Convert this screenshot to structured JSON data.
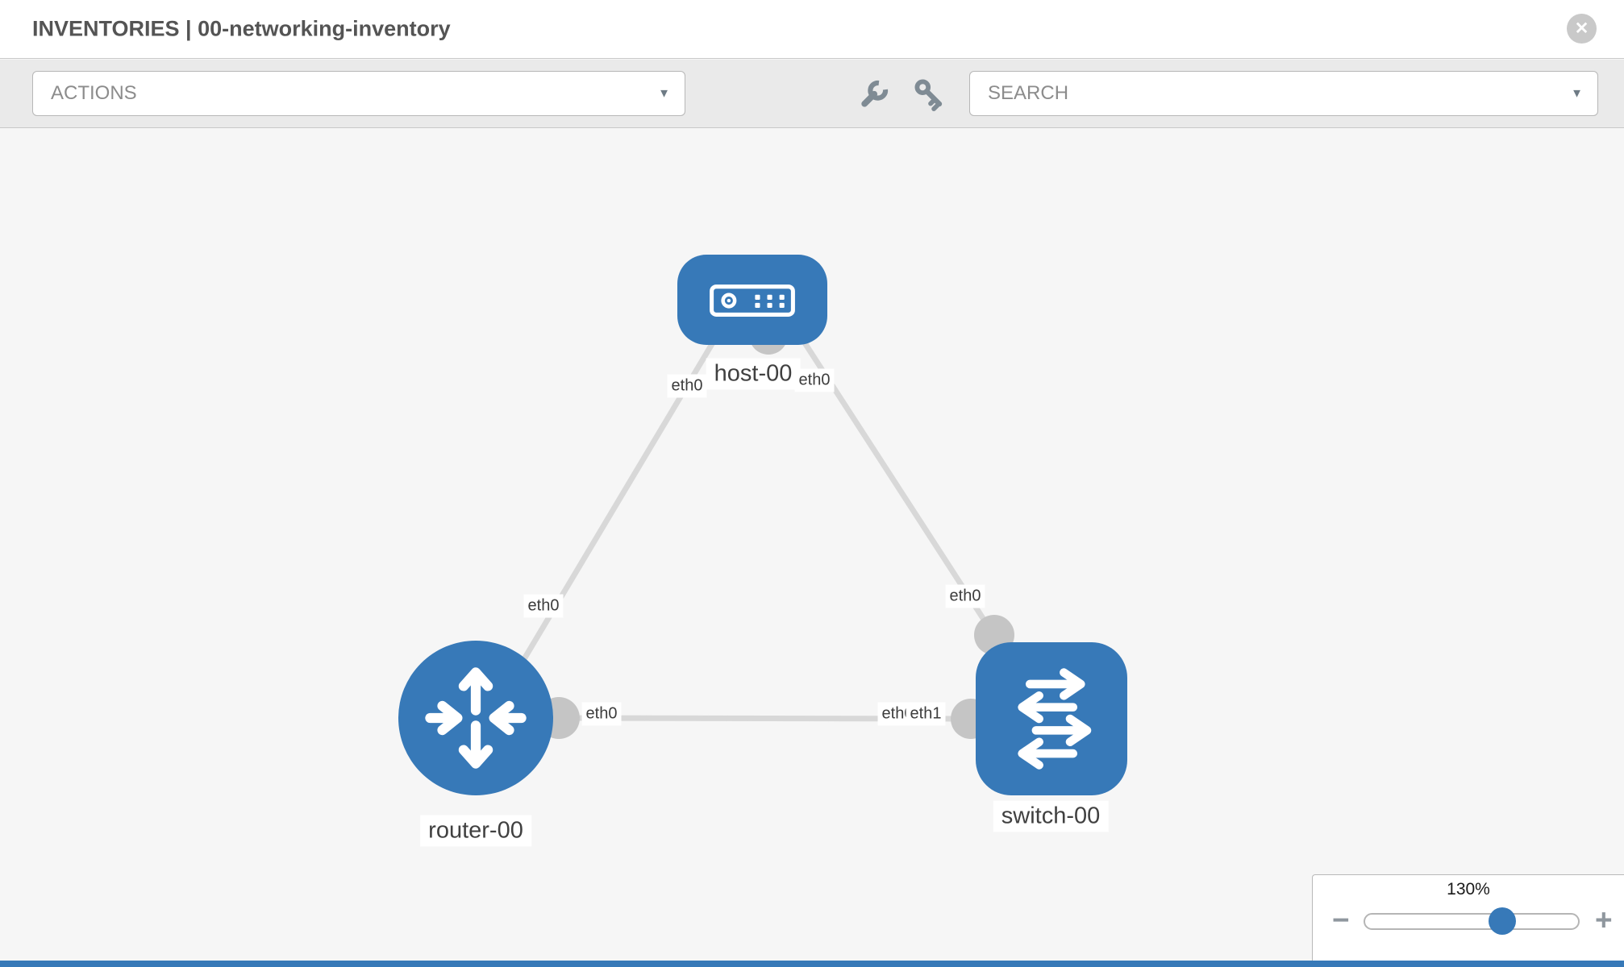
{
  "header": {
    "title": "INVENTORIES | 00-networking-inventory",
    "close_label": "✕"
  },
  "toolbar": {
    "actions_placeholder": "ACTIONS",
    "search_placeholder": "SEARCH",
    "dropdown_arrow": "▼"
  },
  "topology": {
    "nodes": [
      {
        "id": "host-00",
        "type": "host",
        "label": "host-00"
      },
      {
        "id": "router-00",
        "type": "router",
        "label": "router-00"
      },
      {
        "id": "switch-00",
        "type": "switch",
        "label": "switch-00"
      }
    ],
    "links": [
      {
        "from": "host-00",
        "from_iface": "eth0",
        "to": "router-00",
        "to_iface": "eth0"
      },
      {
        "from": "host-00",
        "from_iface": "eth0",
        "to": "switch-00",
        "to_iface": "eth0"
      },
      {
        "from": "router-00",
        "from_iface": "eth0",
        "to": "switch-00",
        "to_iface": "eth1"
      }
    ],
    "iface_labels": [
      "eth0",
      "eth0",
      "eth0",
      "eth0",
      "eth0",
      "eth0",
      "eth1"
    ]
  },
  "zoom_control": {
    "value": "130%",
    "minus_label": "−",
    "plus_label": "+",
    "percent": 64
  },
  "colors": {
    "node_blue": "#3779b8",
    "link_gray": "#d8d8d8",
    "connector_gray": "#c5c5c5",
    "toolbar_bg": "#eaeaea",
    "canvas_bg": "#f6f6f6",
    "header_text": "#545454"
  }
}
